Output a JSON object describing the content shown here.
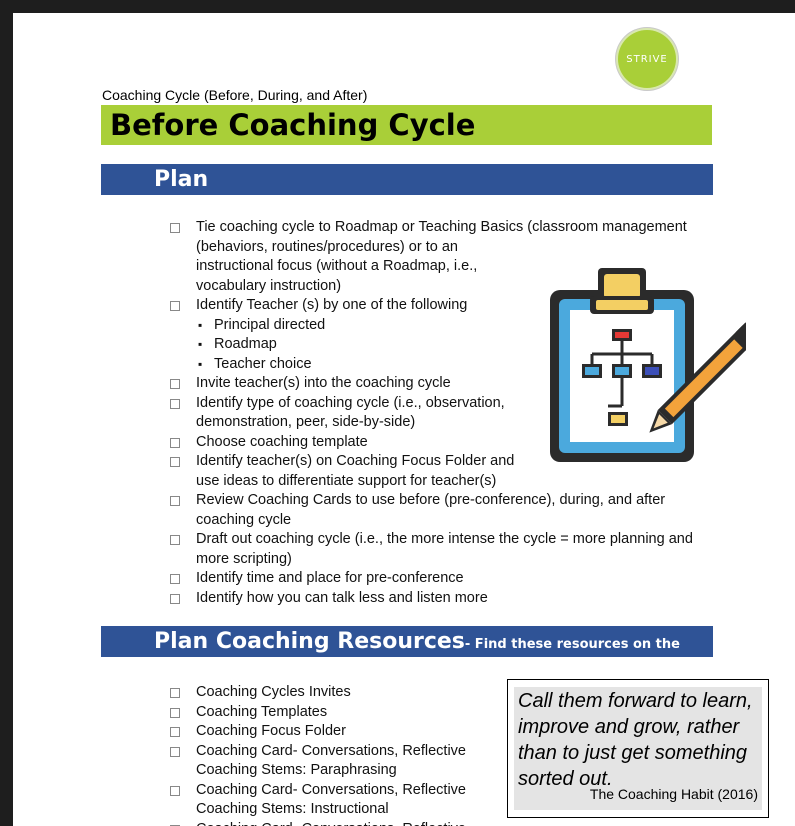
{
  "logo": {
    "text": "STRIVE"
  },
  "header": {
    "subtitle": "Coaching Cycle (Before, During, and After)",
    "title": "Before Coaching Cycle"
  },
  "plan": {
    "heading": "Plan",
    "items": [
      [
        "Tie coaching cycle to Roadmap or Teaching Basics (classroom management",
        "(behaviors, routines/procedures) or to an",
        "instructional focus (without a Roadmap, i.e.,",
        "vocabulary instruction)"
      ],
      [
        "Identify Teacher (s) by one of the following"
      ],
      [
        "Invite teacher(s) into the coaching cycle"
      ],
      [
        "Identify type of coaching cycle (i.e., observation,",
        "demonstration, peer, side-by-side)"
      ],
      [
        "Choose coaching template"
      ],
      [
        "Identify teacher(s) on Coaching Focus Folder and",
        "use ideas to differentiate support for teacher(s)"
      ],
      [
        "Review Coaching Cards to use before (pre-conference), during, and after",
        "coaching cycle"
      ],
      [
        "Draft out coaching cycle (i.e., the more intense the cycle = more planning and",
        "more scripting)"
      ],
      [
        "Identify time and place for pre-conference"
      ],
      [
        "Identify how you can talk less and listen more"
      ]
    ],
    "subitems": [
      "Principal directed",
      "Roadmap",
      "Teacher choice"
    ]
  },
  "resources": {
    "heading": "Plan Coaching Resources",
    "heading_note": "- Find these resources on the website",
    "items": [
      [
        "Coaching Cycles Invites"
      ],
      [
        "Coaching Templates"
      ],
      [
        "Coaching Focus Folder"
      ],
      [
        "Coaching Card- Conversations, Reflective",
        "Coaching Stems: Paraphrasing"
      ],
      [
        "Coaching Card- Conversations, Reflective",
        "Coaching Stems: Instructional"
      ],
      [
        "Coaching Card- Conversations, Reflective"
      ]
    ]
  },
  "quote": {
    "lines": [
      "Call them forward to learn,",
      "improve and grow, rather",
      "than to just get something",
      "sorted out."
    ],
    "source": "The Coaching Habit (2016)"
  },
  "colors": {
    "green": "#a9cf38",
    "blue": "#2f5396"
  },
  "icons": {
    "illustration": "clipboard-flowchart-pencil-icon",
    "checkbox": "checkbox-icon"
  }
}
